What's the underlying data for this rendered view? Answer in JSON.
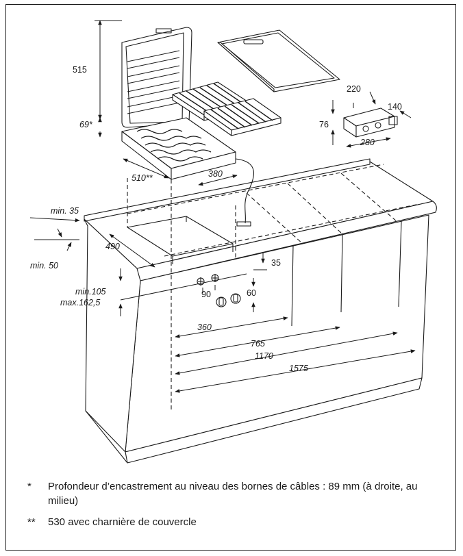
{
  "dimensions": {
    "lid_height": "515",
    "grill_height": "69*",
    "grill_depth": "510**",
    "grill_width": "380",
    "cutout_depth": "490",
    "front_gap": "min. 35",
    "rear_gap": "min. 50",
    "box_depth": "220",
    "box_width": "280",
    "box_length": "140",
    "box_height": "76",
    "control_offset_top": "35",
    "control_height": "60",
    "control_spacing": "90",
    "panel_height_min": "min.105",
    "panel_height_max": "max.162,5",
    "width_360": "360",
    "width_765": "765",
    "width_1170": "1170",
    "width_1575": "1575"
  },
  "notes": [
    {
      "mark": "*",
      "text": "Profondeur d’encastrement au niveau des bornes de câbles : 89 mm (à droite, au milieu)"
    },
    {
      "mark": "**",
      "text": "530 avec charnière de couvercle"
    }
  ]
}
